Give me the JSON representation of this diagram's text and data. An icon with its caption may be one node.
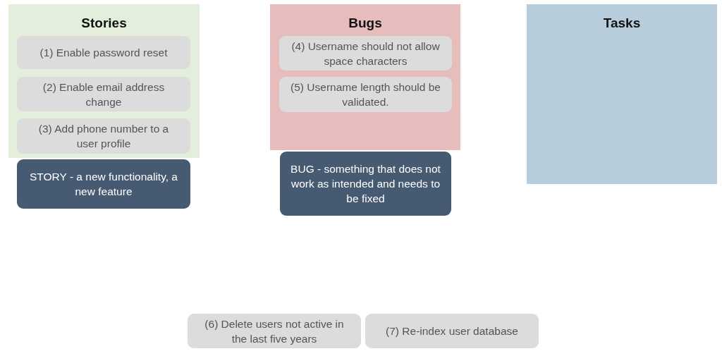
{
  "diagram": {
    "nodes": [
      {
        "text": [
          "Stories"
        ]
      },
      {
        "text": [
          "(1) Enable password reset"
        ],
        "in": 0
      },
      {
        "text": [
          "(2) Enable email address change"
        ],
        "in": 0
      },
      {
        "text": [
          "(3) Add phone number to a user profile"
        ],
        "in": 0
      },
      {
        "text": [
          "STORY - a new functionality, a new feature"
        ]
      },
      {
        "text": [
          "Bugs"
        ]
      },
      {
        "text": [
          "(4) Username should not allow space characters"
        ],
        "in": 5
      },
      {
        "text": [
          "(5) Username length should be validated."
        ],
        "in": 5
      },
      {
        "text": [
          "BUG - something that does not work as intended  and needs to be fixed"
        ]
      },
      {
        "text": [
          "Tasks"
        ]
      },
      {
        "text": [
          "(6) Delete users not active in the last five years"
        ]
      },
      {
        "text": [
          "(7) Re-index user database"
        ]
      }
    ],
    "edges": []
  }
}
